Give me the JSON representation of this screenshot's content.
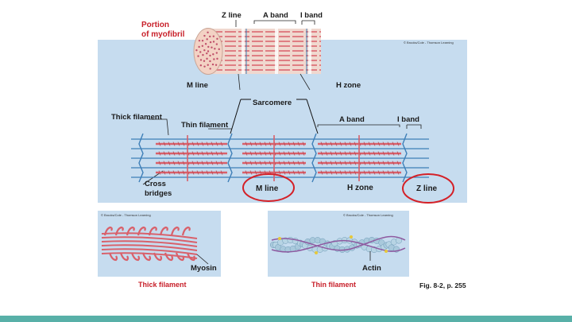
{
  "main_figure": {
    "title_line1": "Portion",
    "title_line2": "of myofibril",
    "labels": {
      "z_line_top": "Z line",
      "a_band_top": "A band",
      "i_band_top": "I band",
      "m_line_mid": "M line",
      "h_zone_mid": "H zone",
      "sarcomere": "Sarcomere",
      "thick_filament": "Thick filament",
      "thin_filament": "Thin filament",
      "a_band_lower": "A band",
      "i_band_lower": "I band",
      "cross_line1": "Cross",
      "cross_line2": "bridges",
      "m_line_bottom": "M line",
      "h_zone_bottom": "H zone",
      "z_line_bottom": "Z line"
    },
    "credit": "© Brooks/Cole - Thomson Learning"
  },
  "thick_panel": {
    "label": "Myosin",
    "caption": "Thick filament",
    "credit": "© Brooks/Cole - Thomson Learning"
  },
  "thin_panel": {
    "label": "Actin",
    "caption": "Thin filament",
    "credit": "© Brooks/Cole - Thomson Learning"
  },
  "figure_ref": "Fig. 8-2, p. 255",
  "colors": {
    "panel_bg": "#c6dcef",
    "filament_red": "#d9606a",
    "z_line_blue": "#3e7fb8",
    "highlight_red": "#d42027",
    "bottom_bar": "#58b0a8"
  }
}
